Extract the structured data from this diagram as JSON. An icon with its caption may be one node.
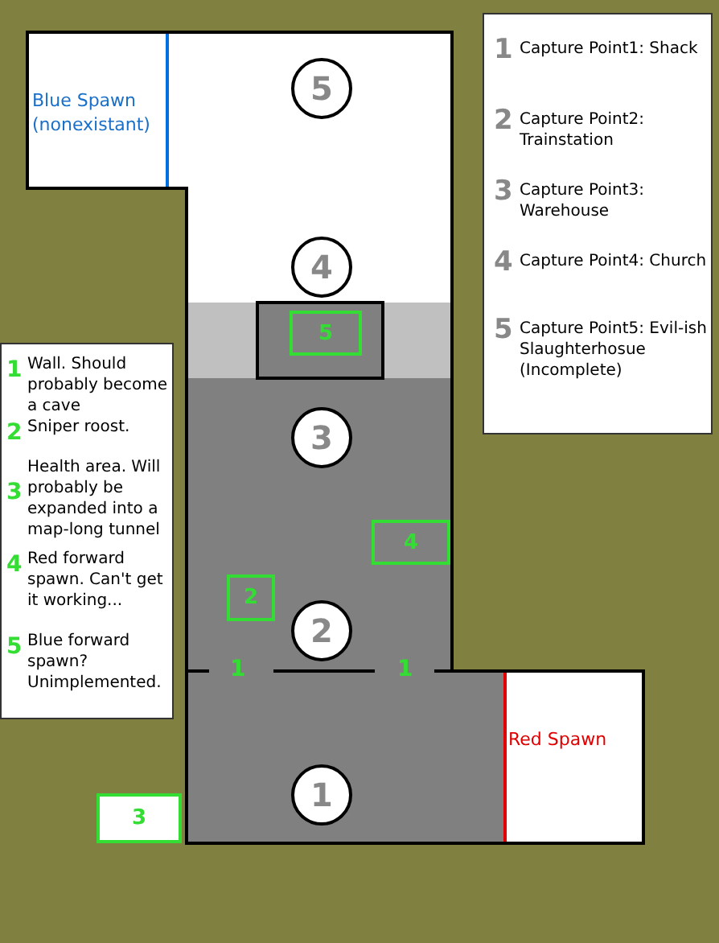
{
  "diagram": {
    "nodes": [
      {
        "text": [
          "Blue Spawn (nonexistant)"
        ]
      },
      {
        "text": [
          "5"
        ]
      },
      {
        "text": [
          "5"
        ]
      },
      {
        "text": [
          "4"
        ]
      },
      {
        "text": [
          "3"
        ]
      },
      {
        "text": [
          "4"
        ]
      },
      {
        "text": [
          "2"
        ]
      },
      {
        "text": [
          "2"
        ]
      },
      {
        "text": [
          "Red Spawn"
        ]
      },
      {
        "text": [
          "1"
        ]
      },
      {
        "text": [
          "3"
        ]
      }
    ],
    "labels": [
      "1",
      "Capture Point1: Shack",
      "2",
      "Capture Point2: Trainstation",
      "3",
      "Capture Point3: Warehouse",
      "4",
      "Capture Point4: Church",
      "5",
      "Capture Point5: Evil-ish Slaughterhosue (Incomplete)",
      "1",
      "Wall. Should probably become a cave",
      "2",
      "Sniper roost.",
      "3",
      "Health area. Will probably be expanded into a map-long tunnel",
      "4",
      "Red forward spawn. Can't get it working...",
      "5",
      "Blue forward spawn? Unimplemented.",
      "1",
      "1"
    ]
  }
}
